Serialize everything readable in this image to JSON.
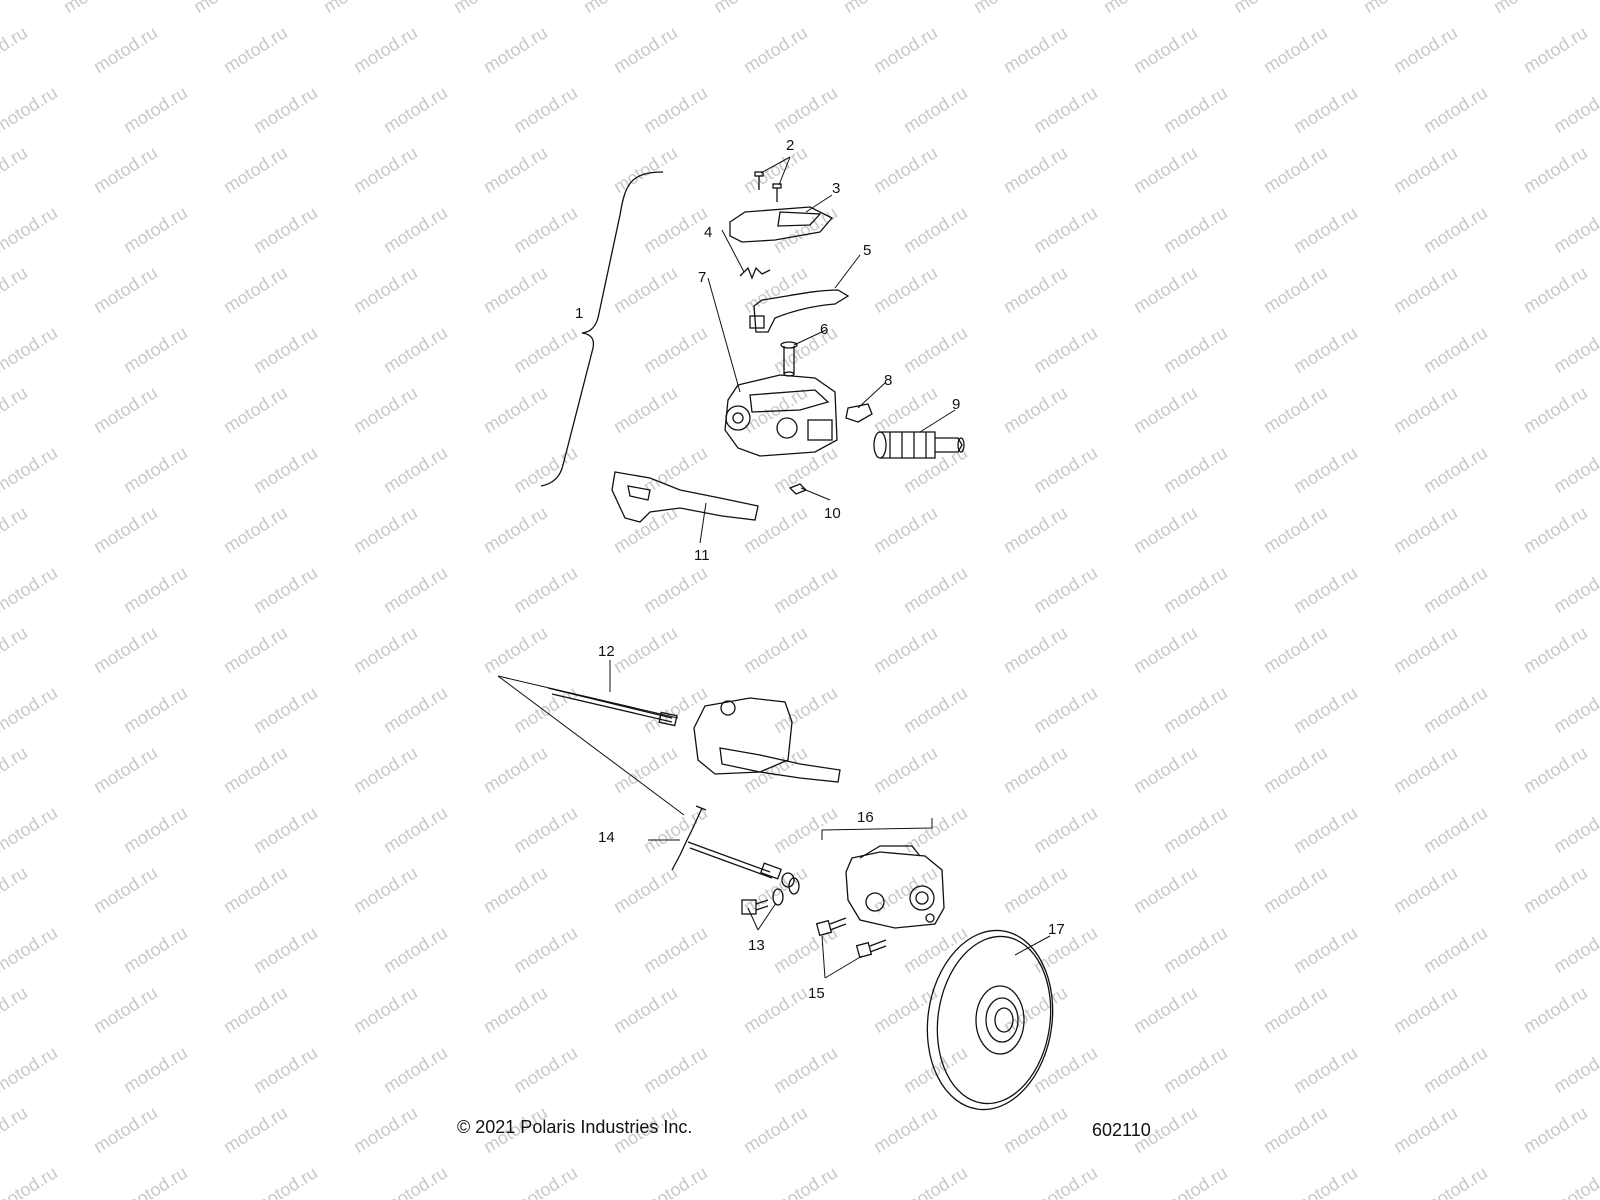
{
  "watermark": {
    "text": "motod.ru"
  },
  "callouts": [
    {
      "id": "1",
      "label": "1"
    },
    {
      "id": "2",
      "label": "2"
    },
    {
      "id": "3",
      "label": "3"
    },
    {
      "id": "4",
      "label": "4"
    },
    {
      "id": "5",
      "label": "5"
    },
    {
      "id": "6",
      "label": "6"
    },
    {
      "id": "7",
      "label": "7"
    },
    {
      "id": "8",
      "label": "8"
    },
    {
      "id": "9",
      "label": "9"
    },
    {
      "id": "10",
      "label": "10"
    },
    {
      "id": "11",
      "label": "11"
    },
    {
      "id": "12",
      "label": "12"
    },
    {
      "id": "13",
      "label": "13"
    },
    {
      "id": "14",
      "label": "14"
    },
    {
      "id": "15",
      "label": "15"
    },
    {
      "id": "16",
      "label": "16"
    },
    {
      "id": "17",
      "label": "17"
    }
  ],
  "footer": {
    "copyright": "© 2021 Polaris Industries Inc.",
    "diagram_number": "602110"
  }
}
